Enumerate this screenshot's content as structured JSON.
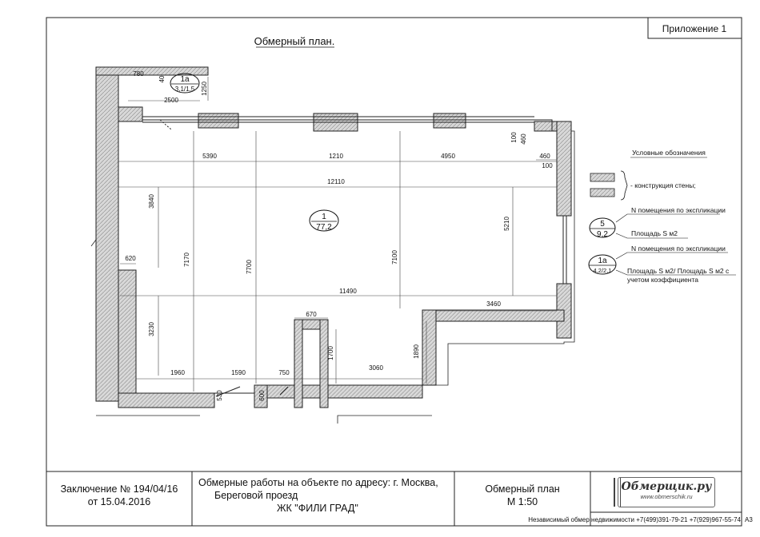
{
  "title": "Обмерный план.",
  "appendix_label": "Приложение 1",
  "rooms": [
    {
      "number": "1",
      "area": "77,2"
    },
    {
      "number": "1а",
      "area": "3,1/1,5"
    }
  ],
  "dimensions": [
    "780",
    "40",
    "1250",
    "2500",
    "5390",
    "1210",
    "4950",
    "100",
    "460",
    "460",
    "100",
    "12110",
    "3840",
    "5210",
    "620",
    "7170",
    "7700",
    "7100",
    "11490",
    "3460",
    "670",
    "3230",
    "1700",
    "1890",
    "1960",
    "1590",
    "750",
    "3060",
    "530",
    "600"
  ],
  "legend": {
    "title": "Условные обозначения",
    "wall": "- конструкция стены;",
    "sample1": {
      "number": "5",
      "area": "9,2",
      "label_n": "N помещения по экспликации",
      "label_s": "Площадь S м2"
    },
    "sample2": {
      "number": "1а",
      "area": "4,2/2,1",
      "label_n": "N помещения по экспликации",
      "label_s": "Площадь S м2/ Площадь S м2 с учетом коэффициента"
    }
  },
  "title_block": {
    "conclusion_line1": "Заключение № 194/04/16",
    "conclusion_line2": "от 15.04.2016",
    "address_line1": "Обмерные работы на объекте по адресу: г. Москва,",
    "address_line2": "Береговой проезд",
    "address_line3": "ЖК \"ФИЛИ ГРАД\"",
    "plan_line1": "Обмерный план",
    "plan_line2": "М 1:50",
    "logo_text": "Обмерщик.ру",
    "logo_url": "www.obmerschik.ru"
  },
  "footer_text": "Независимый обмер недвижимости +7(499)391-79-21 +7(929)967-55-74",
  "sheet_format": "А3"
}
